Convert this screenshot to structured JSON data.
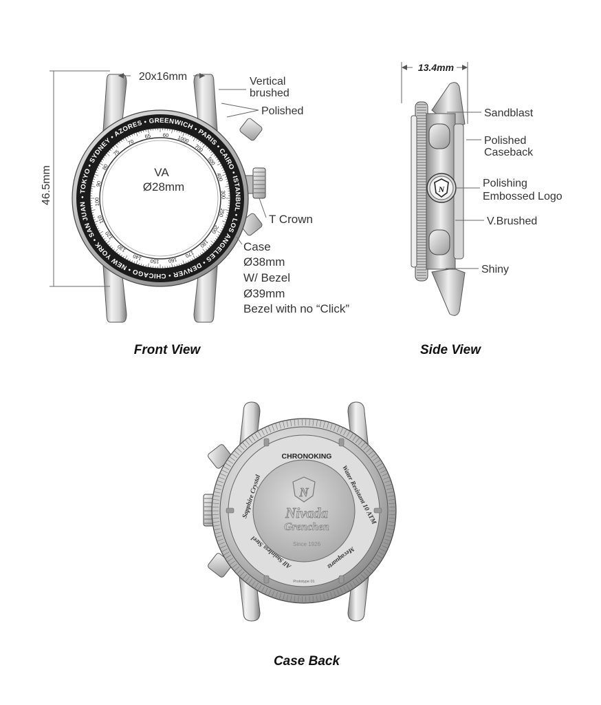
{
  "front_view": {
    "title": "Front View",
    "lug_width": "20x16mm",
    "height": "46.5mm",
    "dial_label_1": "VA",
    "dial_label_2": "Ø28mm",
    "callouts": {
      "vertical_brushed_1": "Vertical",
      "vertical_brushed_2": "brushed",
      "polished": "Polished",
      "t_crown": "T Crown",
      "case": [
        "Case",
        "Ø38mm",
        "W/ Bezel",
        "Ø39mm",
        "Bezel with no “Click”"
      ]
    },
    "bezel_cities": "• TOKYO • SYDNEY • AZORES • GREENWICH • PARIS • CAIRO • ISTANBUL • LOS ANGELES • DENVER • CHICAGO • NEW YORK • SAN JUAN",
    "tachy_numbers": [
      "60",
      "1000",
      "700",
      "500",
      "400",
      "300",
      "250",
      "200",
      "180",
      "170",
      "160",
      "150",
      "140",
      "130",
      "120",
      "110",
      "100",
      "90",
      "80",
      "75",
      "70",
      "65"
    ]
  },
  "side_view": {
    "title": "Side View",
    "thickness": "13.4mm",
    "callouts": {
      "sandblast": "Sandblast",
      "polished_caseback_1": "Polished",
      "polished_caseback_2": "Caseback",
      "polishing_logo_1": "Polishing",
      "polishing_logo_2": "Embossed Logo",
      "v_brushed": "V.Brushed",
      "shiny": "Shiny"
    }
  },
  "case_back": {
    "title": "Case Back",
    "model": "CHRONOKING",
    "water": "Water Resistant 10 ATM",
    "crystal": "Sapphire Crystal",
    "steel": "All Stainless Steel",
    "movement": "Mecaquartz",
    "brand_1": "Nivada",
    "brand_2": "Grenchen",
    "since": "Since 1926",
    "prototype": "Prototype 01"
  },
  "colors": {
    "steel_light": "#e6e6e6",
    "steel_mid": "#b9b9b9",
    "steel_dark": "#7a7a7a",
    "bezel_black": "#1b1b1b"
  }
}
